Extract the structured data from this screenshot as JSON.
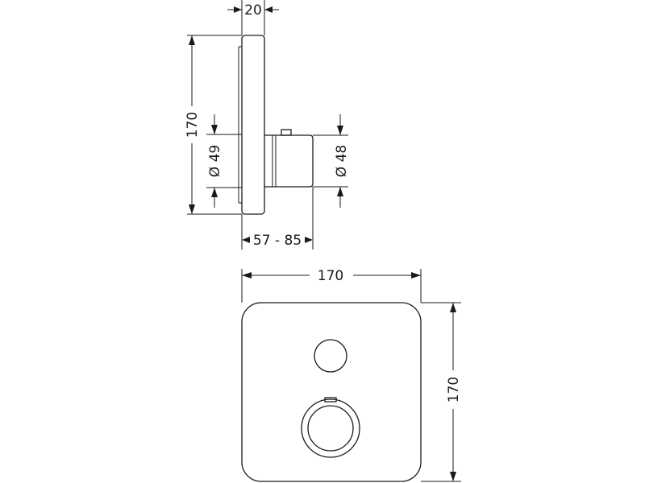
{
  "side_view": {
    "dim_thickness": "20",
    "dim_height": "170",
    "dim_diameter_left": "Ø 49",
    "dim_diameter_right": "Ø 48",
    "dim_depth": "57 - 85"
  },
  "front_view": {
    "dim_width": "170",
    "dim_height": "170"
  }
}
